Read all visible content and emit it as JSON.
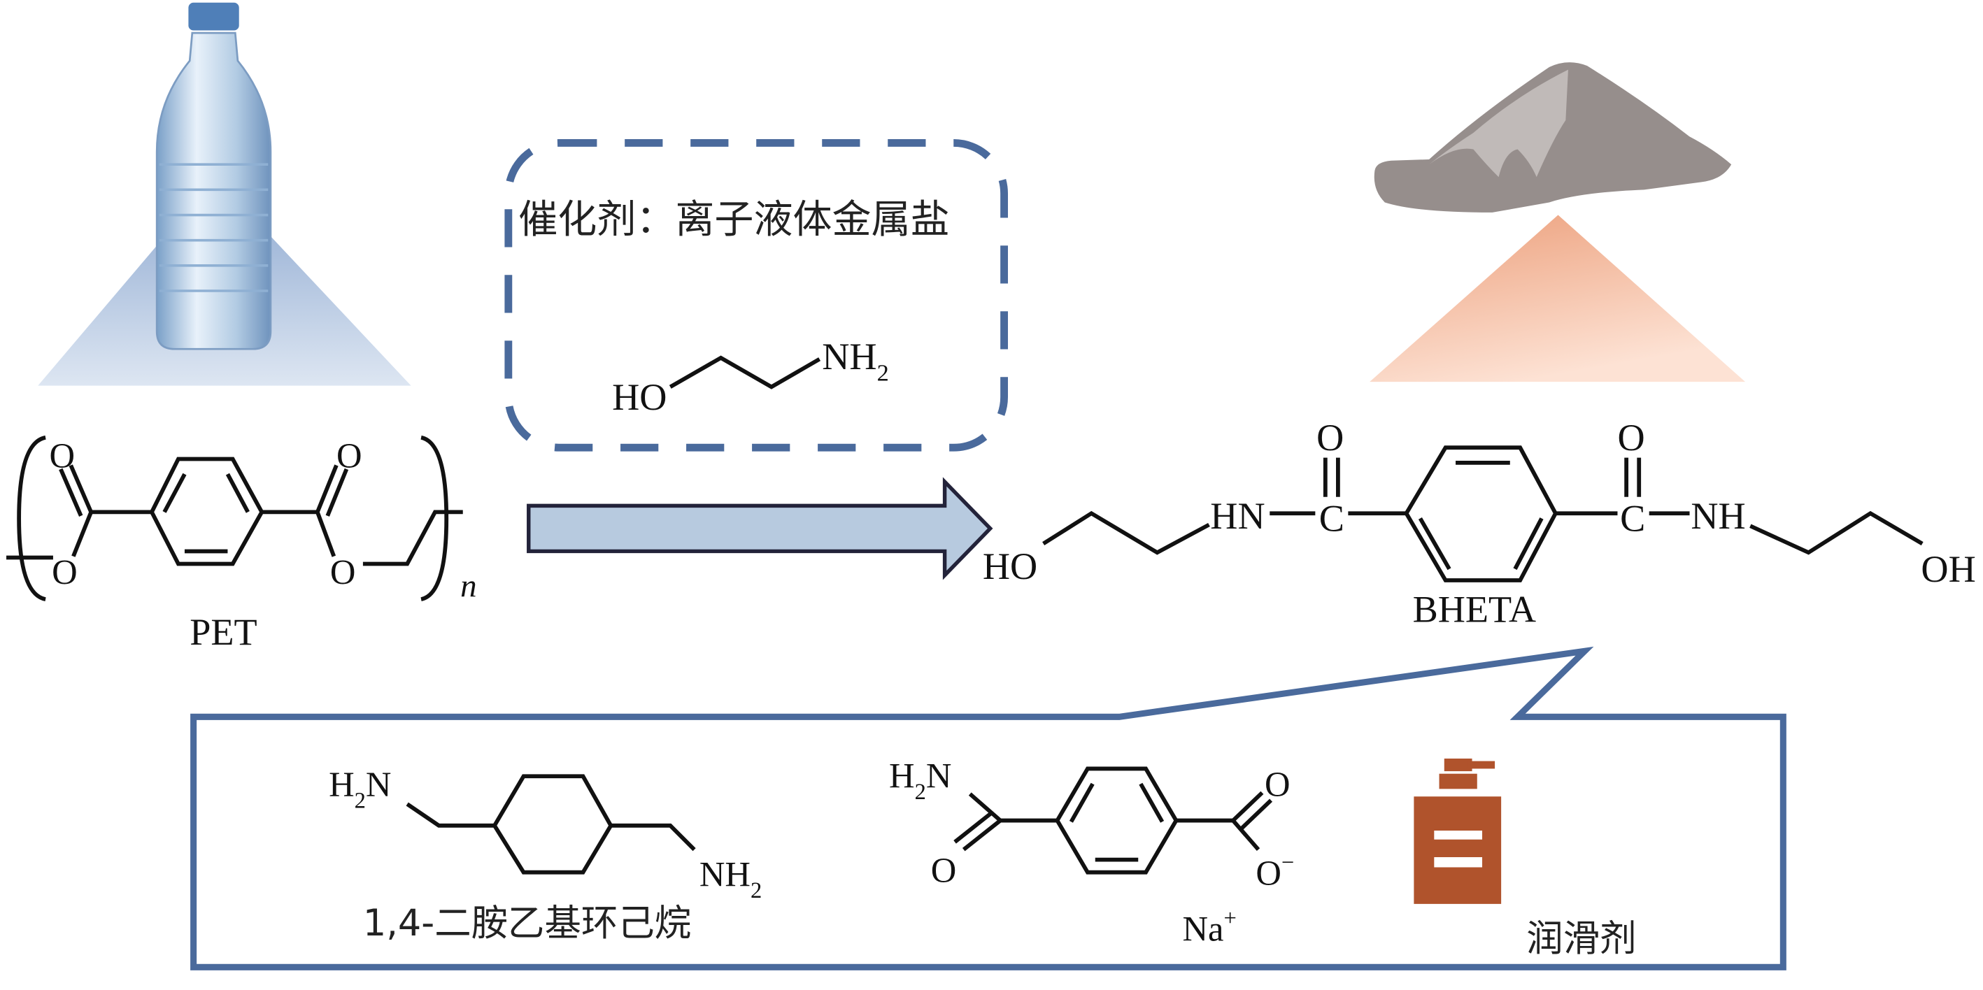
{
  "catalyst_box": {
    "label": "催化剂：离子液体金属盐",
    "reagent": {
      "ho": "HO",
      "nh": "NH",
      "sub2": "2"
    }
  },
  "pet": {
    "label": "PET",
    "o1": "O",
    "o2": "O",
    "o3": "O",
    "o4": "O",
    "n": "n"
  },
  "bheta": {
    "label": "BHETA",
    "ho": "HO",
    "hn": "HN",
    "c1": "C",
    "o1": "O",
    "c2": "C",
    "o2": "O",
    "nh": "NH",
    "oh": "OH"
  },
  "products": {
    "diamine": {
      "label": "1,4-二胺乙基环己烷",
      "h": "H",
      "n": "N",
      "nh": "NH",
      "sub2": "2"
    },
    "benzoate": {
      "h": "H",
      "n": "N",
      "sub2": "2",
      "o1": "O",
      "o2": "O",
      "o3": "O",
      "minus": "−",
      "na": "Na",
      "plus": "+"
    },
    "lubricant": {
      "label": "润滑剂",
      "icon": "lubricant-bottle-icon"
    }
  },
  "colors": {
    "box": "#4a6a9c",
    "arrow_fill": "#b7cadf",
    "lubricant": "#b0532c",
    "powder": "#968e8c",
    "cone": "#f0ad8d",
    "bottle_cone": "#aabfdc"
  }
}
